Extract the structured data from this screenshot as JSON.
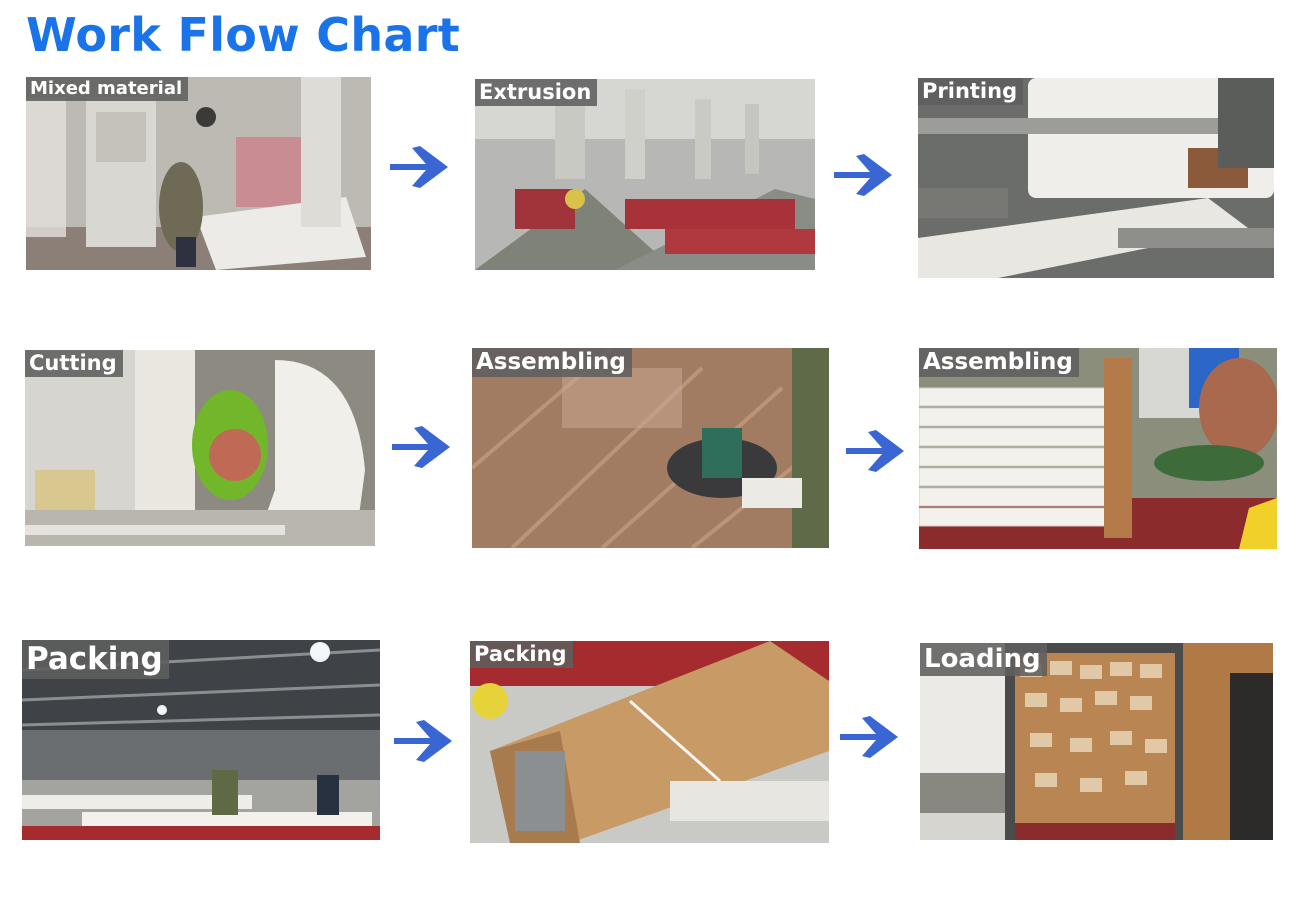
{
  "title": "Work Flow Chart",
  "accent_color": "#1a73e8",
  "arrow_color": "#3a66d4",
  "steps": [
    {
      "label": "Mixed material",
      "scene": "mixing-room-photo"
    },
    {
      "label": "Extrusion",
      "scene": "extrusion-line-photo"
    },
    {
      "label": "Printing",
      "scene": "printing-roller-photo"
    },
    {
      "label": "Cutting",
      "scene": "cutting-saw-photo"
    },
    {
      "label": "Assembling",
      "scene": "glue-gun-assembly-photo"
    },
    {
      "label": "Assembling",
      "scene": "drill-assembly-photo"
    },
    {
      "label": "Packing",
      "scene": "warehouse-packing-photo"
    },
    {
      "label": "Packing",
      "scene": "carton-box-photo"
    },
    {
      "label": "Loading",
      "scene": "container-loading-photo"
    }
  ],
  "arrow_icon": "right-arrow-icon"
}
